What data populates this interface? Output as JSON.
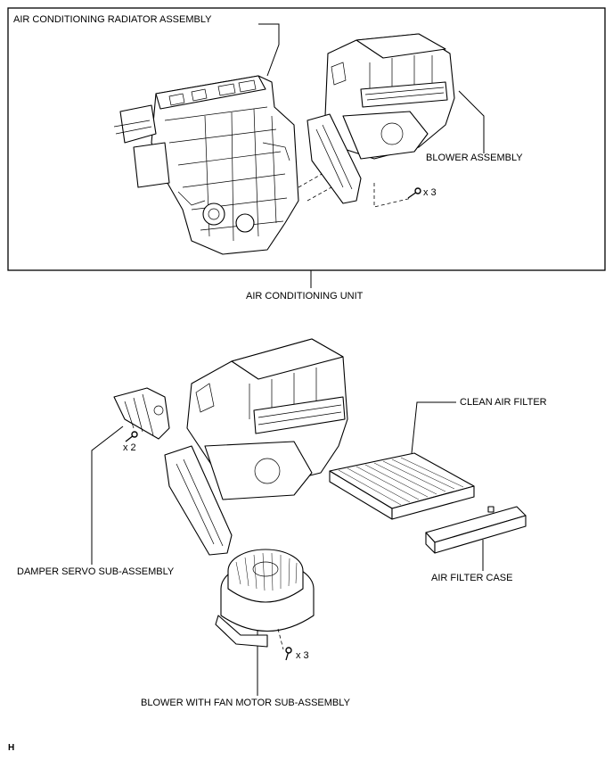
{
  "labels": {
    "radiator": "AIR CONDITIONING RADIATOR ASSEMBLY",
    "blower_assembly": "BLOWER ASSEMBLY",
    "ac_unit": "AIR CONDITIONING UNIT",
    "clean_air_filter": "CLEAN AIR FILTER",
    "damper_servo": "DAMPER SERVO SUB-ASSEMBLY",
    "air_filter_case": "AIR FILTER CASE",
    "blower_motor": "BLOWER WITH FAN MOTOR SUB-ASSEMBLY"
  },
  "quantities": {
    "blower_screws": "x 3",
    "servo_screws": "x 2",
    "motor_screws": "x 3"
  },
  "footer": {
    "code": "H"
  }
}
